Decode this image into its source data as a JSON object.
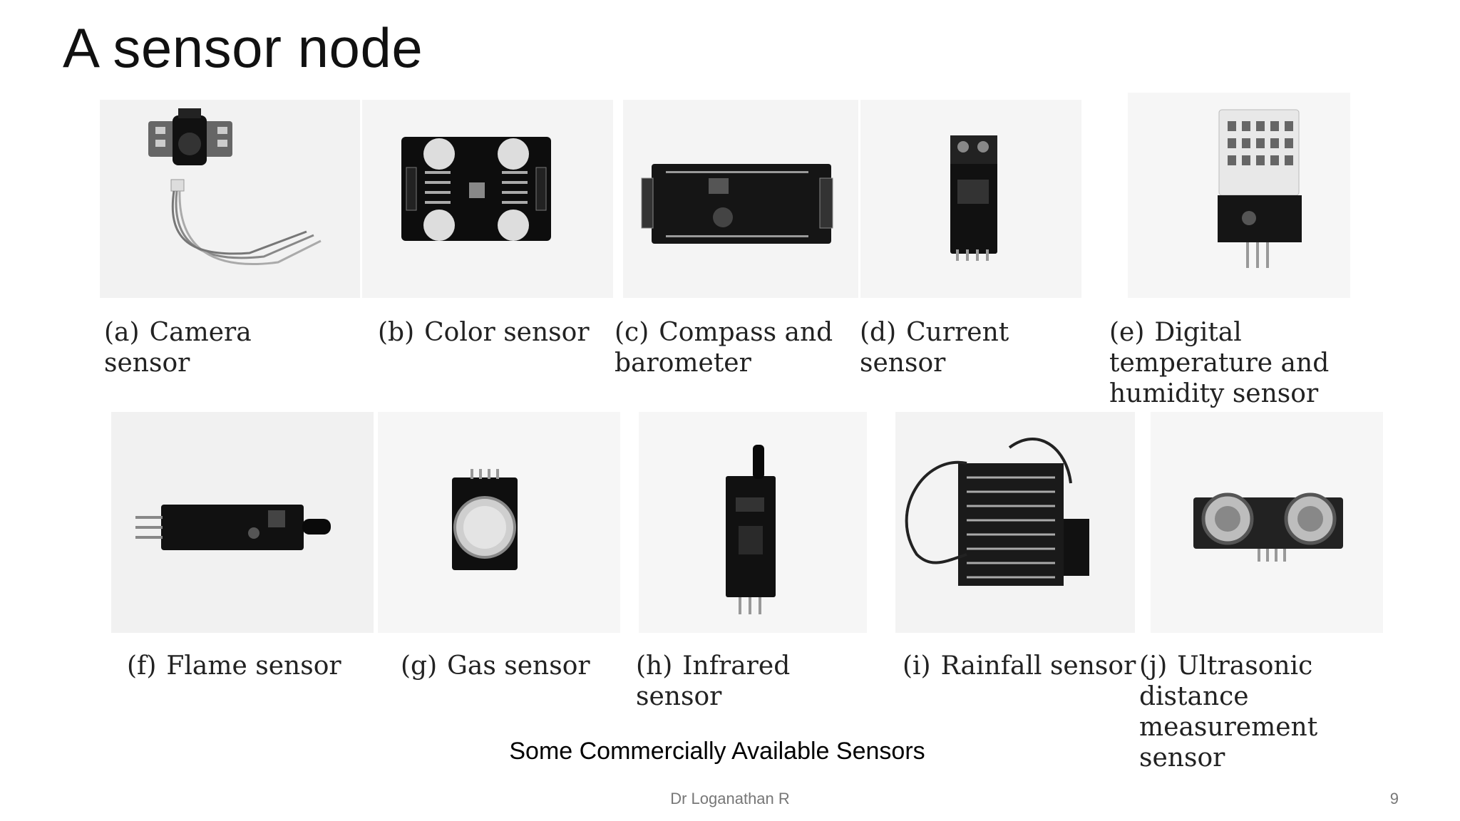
{
  "slide": {
    "title": "A sensor node",
    "figure_caption": "Some Commercially Available Sensors",
    "footer": "Dr Loganathan R",
    "page_number": "9"
  },
  "sensors": [
    {
      "letter": "(a)",
      "label": "Camera sensor",
      "icon": "camera-sensor-icon"
    },
    {
      "letter": "(b)",
      "label": "Color sensor",
      "icon": "color-sensor-icon"
    },
    {
      "letter": "(c)",
      "label": "Compass and barometer",
      "icon": "compass-barometer-icon"
    },
    {
      "letter": "(d)",
      "label": "Current sensor",
      "icon": "current-sensor-icon"
    },
    {
      "letter": "(e)",
      "label": "Digital temperature and humidity sensor",
      "icon": "temperature-humidity-sensor-icon"
    },
    {
      "letter": "(f)",
      "label": "Flame sensor",
      "icon": "flame-sensor-icon"
    },
    {
      "letter": "(g)",
      "label": "Gas sensor",
      "icon": "gas-sensor-icon"
    },
    {
      "letter": "(h)",
      "label": "Infrared sensor",
      "icon": "infrared-sensor-icon"
    },
    {
      "letter": "(i)",
      "label": "Rainfall sensor",
      "icon": "rainfall-sensor-icon"
    },
    {
      "letter": "(j)",
      "label": "Ultrasonic distance measurement sensor",
      "icon": "ultrasonic-sensor-icon"
    }
  ]
}
